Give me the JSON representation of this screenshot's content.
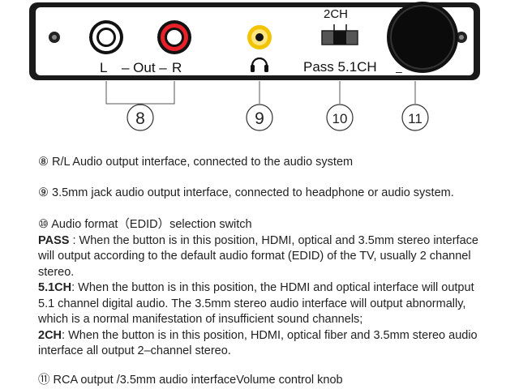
{
  "device": {
    "label_left": "L",
    "label_out": "– Out –",
    "label_right": "R",
    "switch_top": "2CH",
    "switch_bottom": "Pass  5.1CH",
    "knob_plus": "+",
    "knob_minus": "–"
  },
  "callouts": [
    "8",
    "9",
    "10",
    "11"
  ],
  "sections": {
    "s8": "⑧ R/L Audio output interface, connected to the audio system",
    "s9": "⑨ 3.5mm jack audio output interface, connected to headphone or audio system.",
    "s10_title": "⑩ Audio format（EDID）selection switch",
    "pass_label": "PASS",
    "pass_l1": " : When the button is in this position, HDMI, optical and 3.5mm stereo interface",
    "pass_l2": "will output according to the default audio format (EDID) of the TV,  usually 2 channel",
    "pass_l3": "stereo.",
    "ch51_label": "5.1CH",
    "ch51_l1": ": When the button is in this position, the HDMI and optical interface will output",
    "ch51_l2": "5.1 channel digital audio. The 3.5mm stereo audio interface will output abnormally,",
    "ch51_l3": "which is a normal manifestation of insufficient sound channels;",
    "ch2_label": "2CH",
    "ch2_l1": ": When the button is in this position, HDMI, optical fiber and 3.5mm stereo audio",
    "ch2_l2": "interface all output 2–channel stereo.",
    "s11": "⑪ RCA output /3.5mm audio interfaceVolume control knob"
  },
  "colors": {
    "panel": "#1a1a1a",
    "rca_red": "#e8202a",
    "jack_yellow": "#f2c400"
  }
}
